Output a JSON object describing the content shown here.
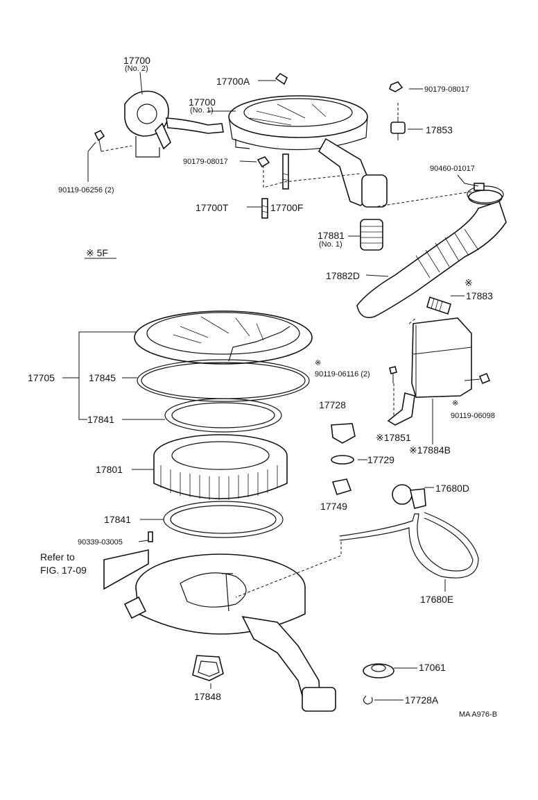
{
  "labels": {
    "p17700_no2_num": "17700",
    "p17700_no2_sub": "(No. 2)",
    "p17700A": "17700A",
    "p90179_08017_a": "90179-08017",
    "p17700_no1_num": "17700",
    "p17700_no1_sub": "(No. 1)",
    "p17853": "17853",
    "p90119_06256": "90119-06256 (2)",
    "p90179_08017_b": "90179-08017",
    "p90460_01017": "90460-01017",
    "p17700T": "17700T",
    "p17700F": "17700F",
    "p17881_num": "17881",
    "p17881_sub": "(No. 1)",
    "mark_5F": "※ 5F",
    "p17882D": "17882D",
    "mark_17883": "※",
    "p17883": "17883",
    "p17705": "17705",
    "p17845": "17845",
    "mark_90119_06116": "※",
    "p90119_06116": "90119-06116 (2)",
    "p17728": "17728",
    "p17841_a": "17841",
    "p17851": "※17851",
    "p17884B": "※17884B",
    "mark_90119_06098": "※",
    "p90119_06098": "90119-06098",
    "p17801": "17801",
    "p17729": "17729",
    "p17680D": "17680D",
    "p17749": "17749",
    "p17841_b": "17841",
    "p90339_03005": "90339-03005",
    "refer_line1": "Refer to",
    "refer_line2": "FIG. 17-09",
    "p17680E": "17680E",
    "p17061": "17061",
    "p17848": "17848",
    "p17728A": "17728A",
    "figure_code": "MA  A976-B"
  }
}
